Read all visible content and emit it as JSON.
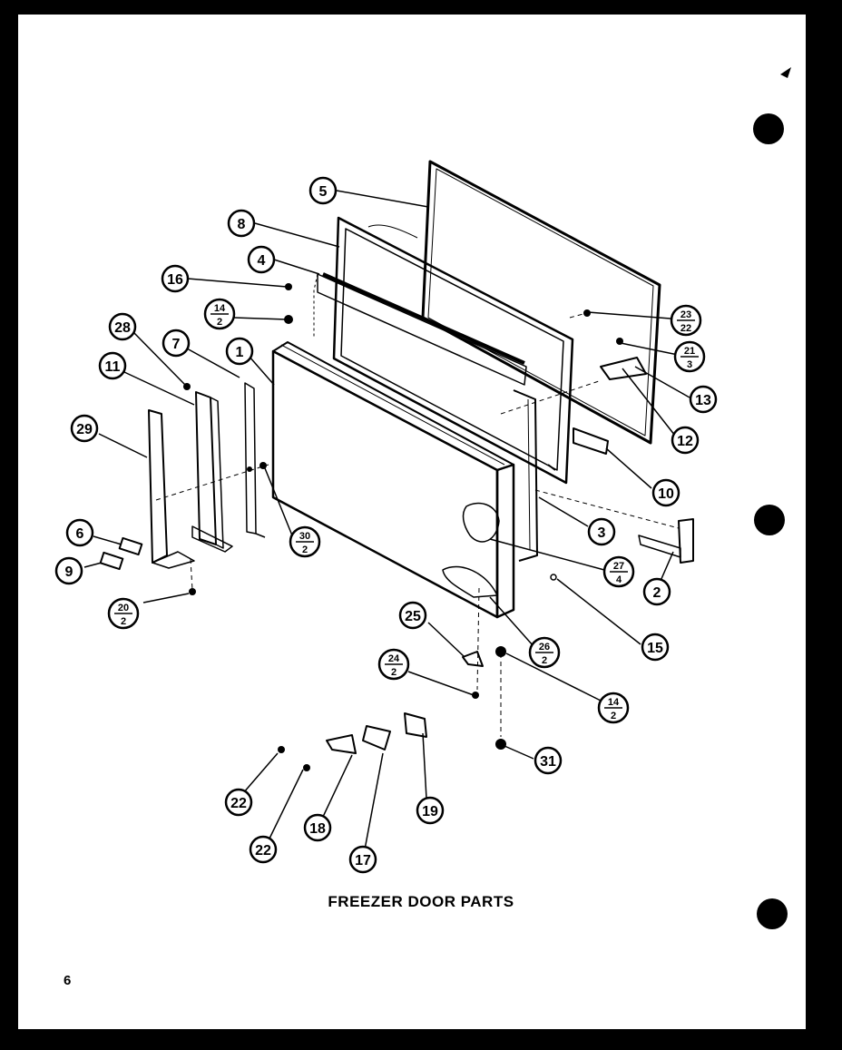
{
  "title": "FREEZER DOOR PARTS",
  "page_number": "6",
  "callouts": [
    {
      "id": "c5",
      "top": "5"
    },
    {
      "id": "c8",
      "top": "8"
    },
    {
      "id": "c4",
      "top": "4"
    },
    {
      "id": "c16",
      "top": "16"
    },
    {
      "id": "c14a",
      "top": "14",
      "bottom": "2"
    },
    {
      "id": "c28",
      "top": "28"
    },
    {
      "id": "c7",
      "top": "7"
    },
    {
      "id": "c1",
      "top": "1"
    },
    {
      "id": "c11",
      "top": "11"
    },
    {
      "id": "c29",
      "top": "29"
    },
    {
      "id": "c23",
      "top": "23",
      "bottom": "22"
    },
    {
      "id": "c21",
      "top": "21",
      "bottom": "3"
    },
    {
      "id": "c13",
      "top": "13"
    },
    {
      "id": "c12",
      "top": "12"
    },
    {
      "id": "c10",
      "top": "10"
    },
    {
      "id": "c3",
      "top": "3"
    },
    {
      "id": "c30",
      "top": "30",
      "bottom": "2"
    },
    {
      "id": "c6",
      "top": "6"
    },
    {
      "id": "c9",
      "top": "9"
    },
    {
      "id": "c20",
      "top": "20",
      "bottom": "2"
    },
    {
      "id": "c27",
      "top": "27",
      "bottom": "4"
    },
    {
      "id": "c2",
      "top": "2"
    },
    {
      "id": "c15",
      "top": "15"
    },
    {
      "id": "c25",
      "top": "25"
    },
    {
      "id": "c26",
      "top": "26",
      "bottom": "2"
    },
    {
      "id": "c24",
      "top": "24",
      "bottom": "2"
    },
    {
      "id": "c14b",
      "top": "14",
      "bottom": "2"
    },
    {
      "id": "c31",
      "top": "31"
    },
    {
      "id": "c22a",
      "top": "22"
    },
    {
      "id": "c22b",
      "top": "22"
    },
    {
      "id": "c18",
      "top": "18"
    },
    {
      "id": "c17",
      "top": "17"
    },
    {
      "id": "c19",
      "top": "19"
    }
  ]
}
